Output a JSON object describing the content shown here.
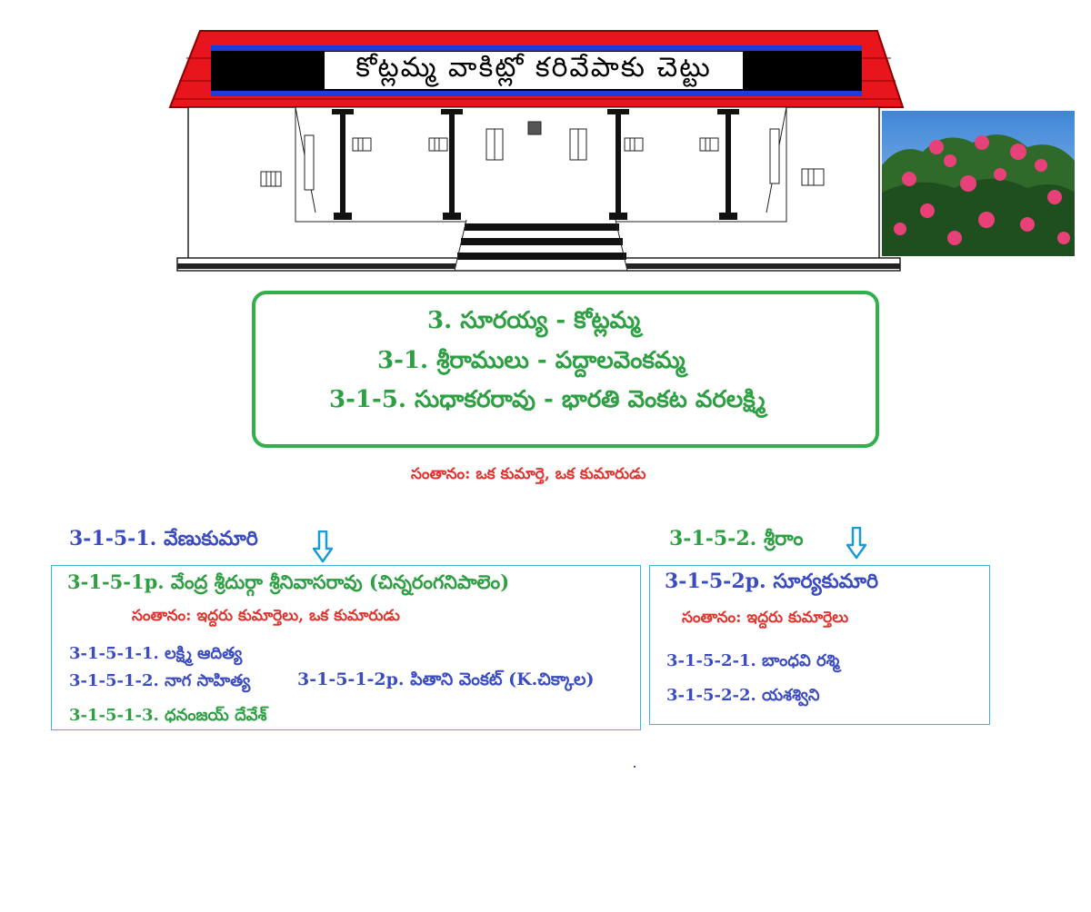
{
  "banner_title": "కోట్లమ్మ వాకిట్లో కరివేపాకు చెట్టు",
  "header_box": {
    "line1": "3. సూరయ్య - కోట్లమ్మ",
    "line2": "3-1. శ్రీరాములు - పద్దాలవెంకమ్మ",
    "line3": "3-1-5. సుధాకరరావు - భారతి వెంకట వరలక్ష్మి"
  },
  "santanam_main": "సంతానం: ఒక కుమార్తె, ఒక కుమారుడు",
  "left_branch": {
    "heading": "3-1-5-1. వేణుకుమారి",
    "spouse": "3-1-5-1p. వేంద్ర శ్రీదుర్గా శ్రీనివాసరావు (చిన్నరంగనిపాలెం)",
    "santanam": "సంతానం: ఇద్దరు కుమార్తెలు, ఒక కుమారుడు",
    "child1": "3-1-5-1-1. లక్ష్మి ఆదిత్య",
    "child2": "3-1-5-1-2. నాగ సాహిత్య",
    "child2_spouse": "3-1-5-1-2p. పితాని వెంకట్ (K.చిక్కాల)",
    "child3": "3-1-5-1-3. ధనంజయ్ దేవేశ్"
  },
  "right_branch": {
    "heading": "3-1-5-2. శ్రీరాం",
    "spouse": "3-1-5-2p. సూర్యకుమారి",
    "santanam": "సంతానం: ఇద్దరు కుమార్తెలు",
    "child1": "3-1-5-2-1. బాంధవి రశ్మి",
    "child2": "3-1-5-2-2. యశశ్విని"
  },
  "colors": {
    "green": "#2ea043",
    "blue": "#3b4cc0",
    "red": "#e0342f",
    "roof": "#e8161c",
    "box_border": "#2fb04a",
    "panel_border": "#3fb6d6"
  },
  "icons": [
    "down-arrow-icon",
    "house-illustration",
    "flower-bush-image"
  ]
}
